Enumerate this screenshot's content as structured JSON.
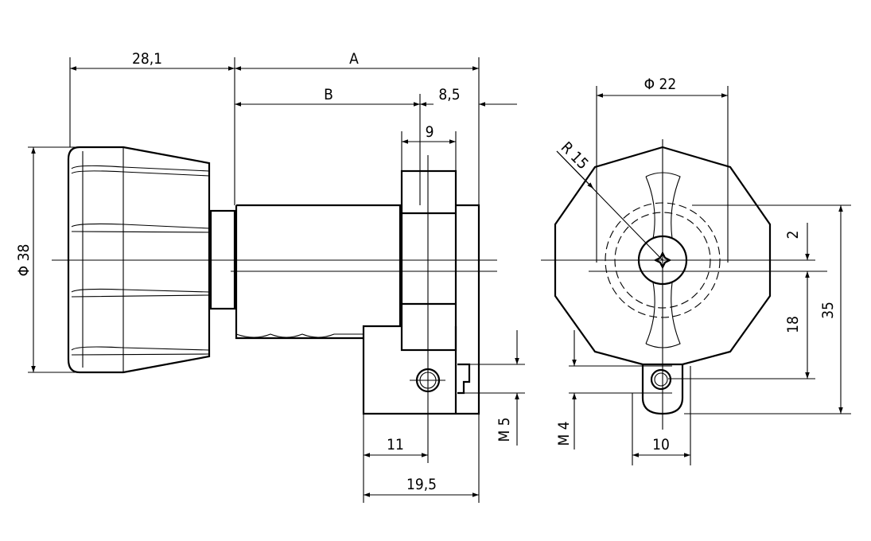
{
  "side_view": {
    "dim_knob_length": "28,1",
    "dim_a": "A",
    "dim_b": "B",
    "dim_flange": "8,5",
    "dim_nut": "9",
    "dim_knob_diameter": "Φ 38",
    "dim_thread": "M 5",
    "dim_hole_offset": "11",
    "dim_base_length": "19,5"
  },
  "front_view": {
    "dim_diameter": "Φ 22",
    "dim_radius": "R 15",
    "dim_offset": "2",
    "dim_hole_height": "18",
    "dim_total_height": "35",
    "dim_thread": "M 4",
    "dim_lug_width": "10"
  }
}
